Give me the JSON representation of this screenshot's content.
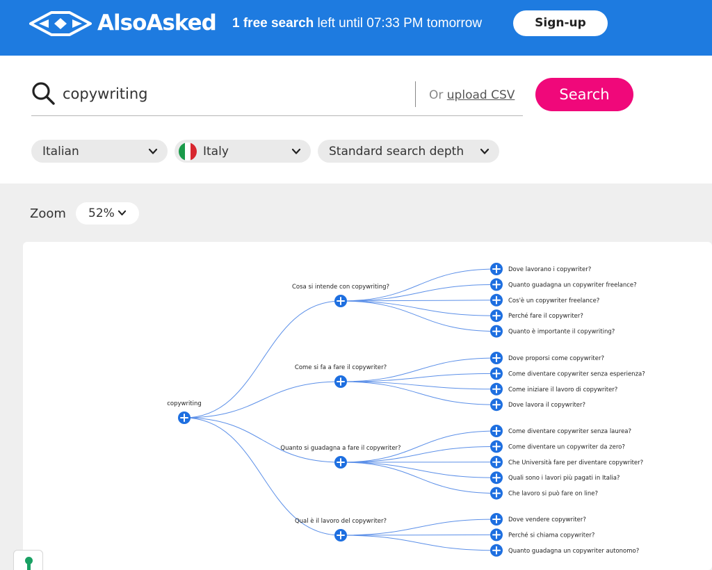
{
  "header": {
    "brand": "AlsoAsked",
    "free_bold": "1 free search",
    "free_rest": " left until 07:33 PM tomorrow",
    "signup_label": "Sign-up"
  },
  "search": {
    "value": "copywriting",
    "or_text": "Or ",
    "upload_label": "upload CSV",
    "button_label": "Search"
  },
  "filters": {
    "language": "Italian",
    "country": "Italy",
    "depth": "Standard search depth"
  },
  "zoom": {
    "label": "Zoom",
    "value": "52%"
  },
  "colors": {
    "header": "#1e7be0",
    "accent": "#f0087a",
    "node": "#1e6fe0",
    "edge": "#5b8fe8"
  },
  "icons": {
    "search": "search-icon",
    "chevron": "chevron-down-icon",
    "node": "plus-circle-icon",
    "flag": "italy-flag-icon",
    "help": "help-icon"
  },
  "tree": {
    "root": "copywriting",
    "questions": [
      {
        "text": "Cosa si intende con copywriting?",
        "children": [
          "Dove lavorano i copywriter?",
          "Quanto guadagna un copywriter freelance?",
          "Cos'è un copywriter freelance?",
          "Perché fare il copywriter?",
          "Quanto è importante il copywriting?"
        ]
      },
      {
        "text": "Come si fa a fare il copywriter?",
        "children": [
          "Dove proporsi come copywriter?",
          "Come diventare copywriter senza esperienza?",
          "Come iniziare il lavoro di copywriter?",
          "Dove lavora il copywriter?"
        ]
      },
      {
        "text": "Quanto si guadagna a fare il copywriter?",
        "children": [
          "Come diventare copywriter senza laurea?",
          "Come diventare un copywriter da zero?",
          "Che Università fare per diventare copywriter?",
          "Quali sono i lavori più pagati in Italia?",
          "Che lavoro si può fare on line?"
        ]
      },
      {
        "text": "Qual è il lavoro del copywriter?",
        "children": [
          "Dove vendere copywriter?",
          "Perché si chiama copywriter?",
          "Quanto guadagna un copywriter autonomo?"
        ]
      }
    ]
  }
}
